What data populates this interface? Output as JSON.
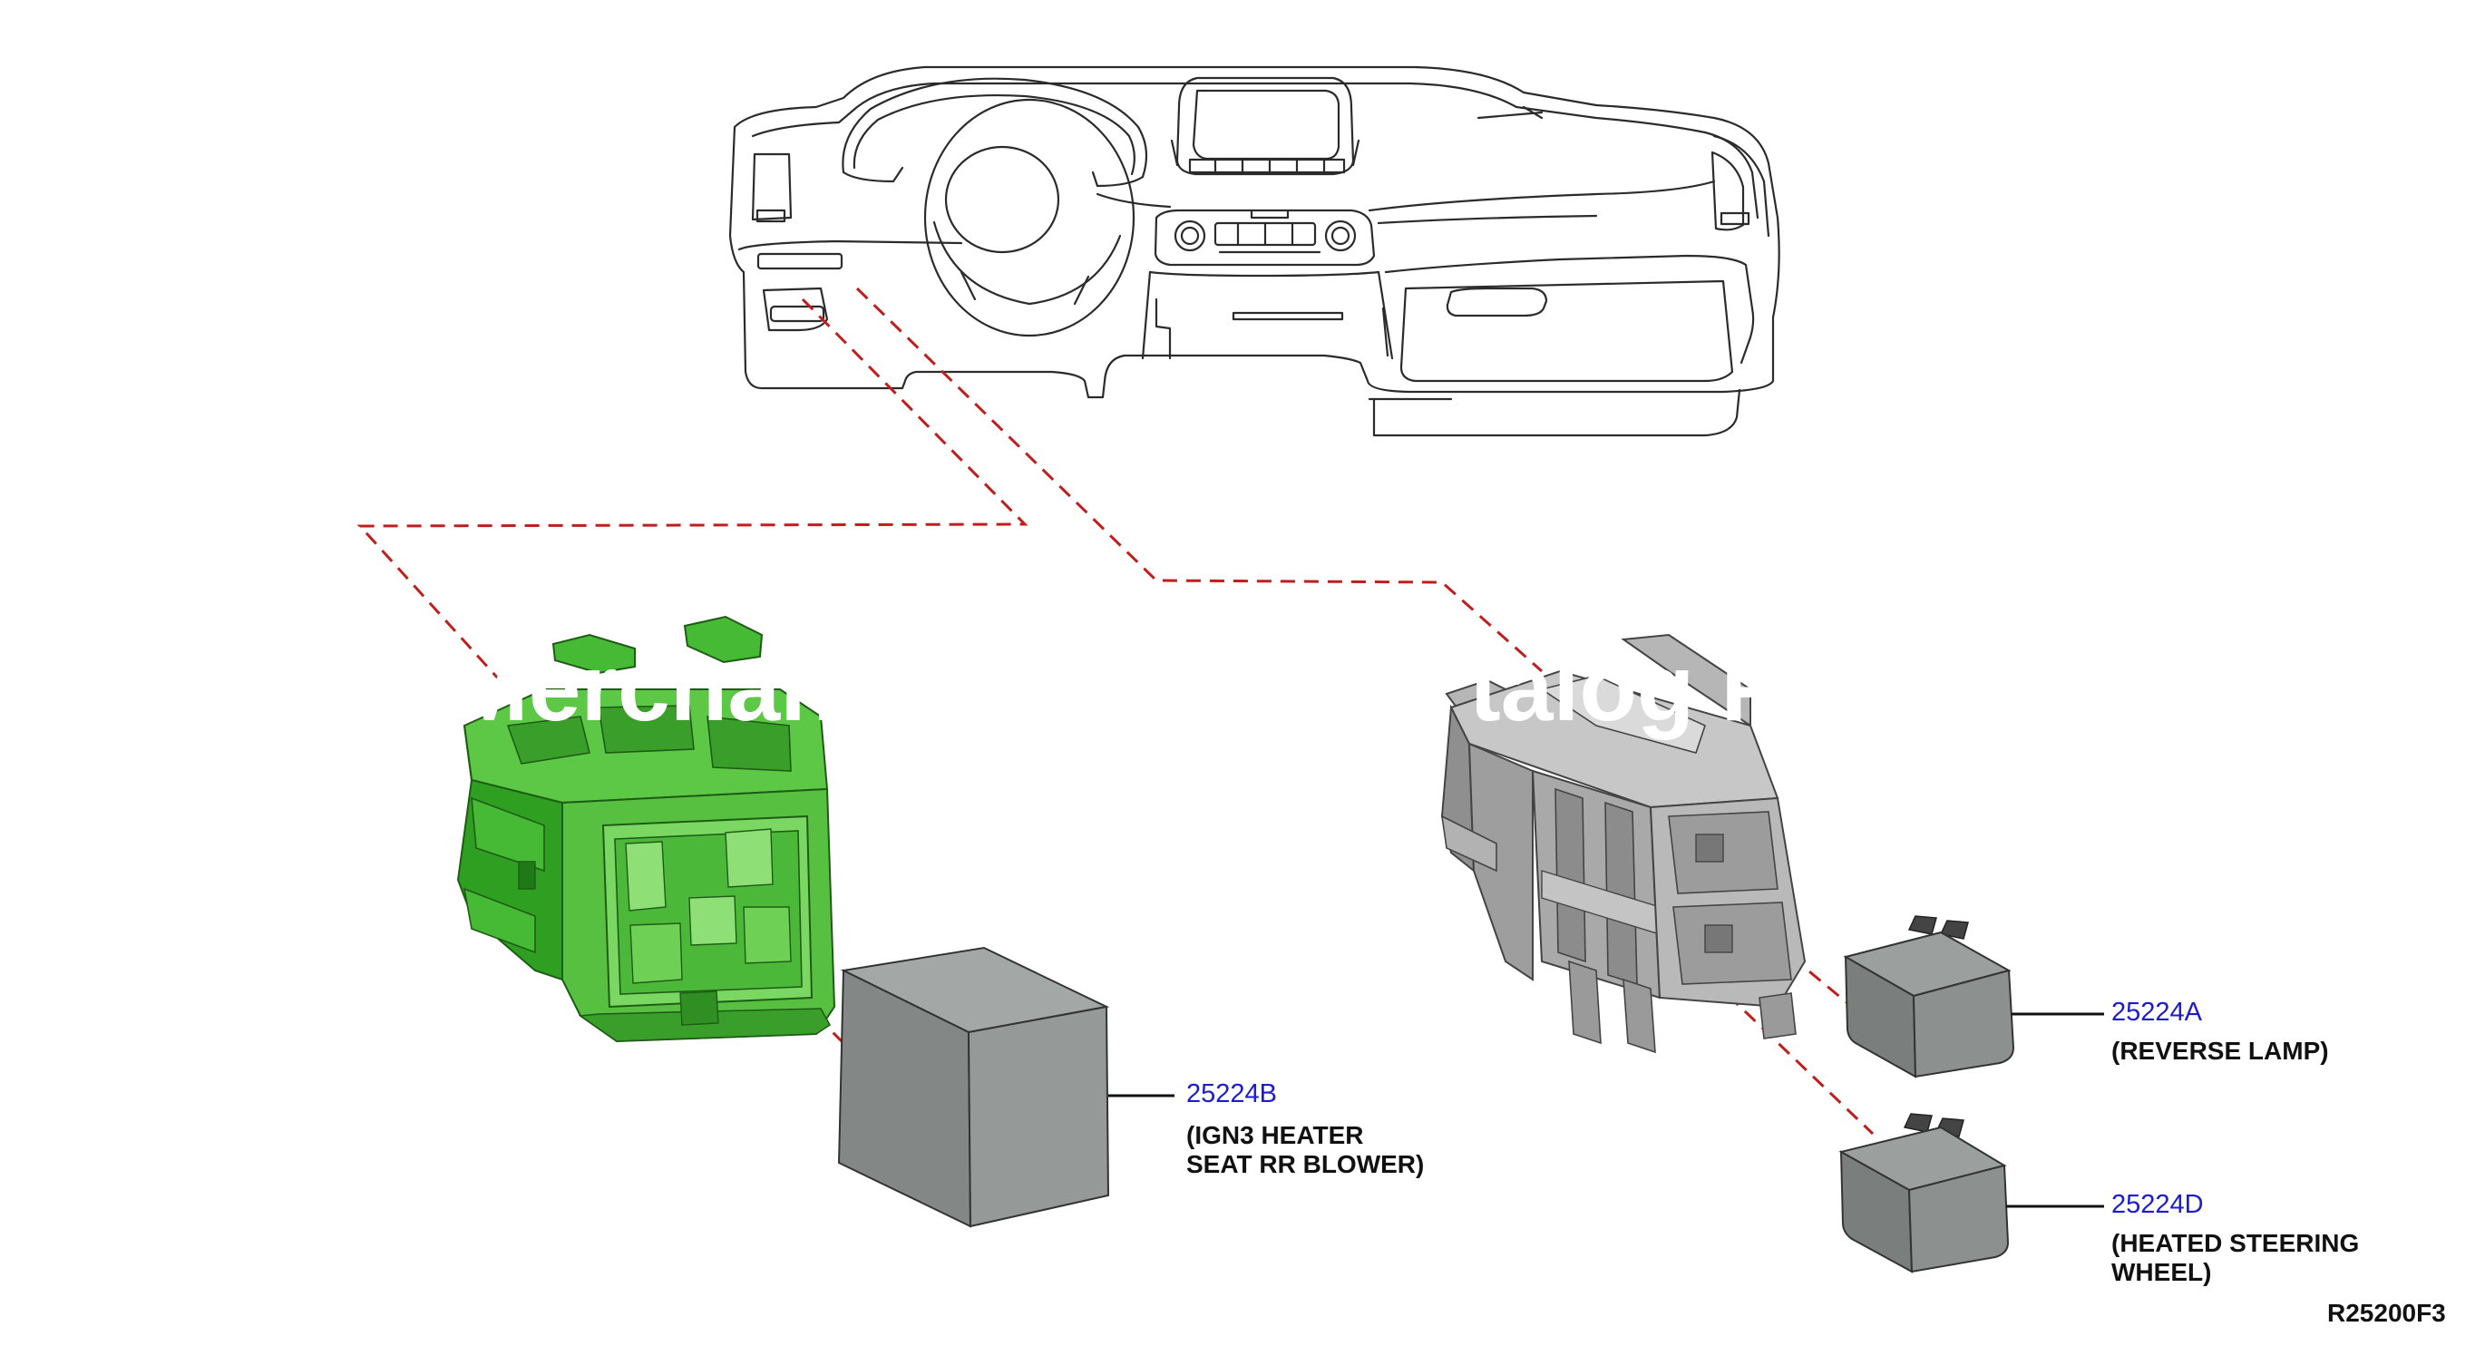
{
  "callouts": [
    {
      "part_number": "25224B",
      "description": "(IGN3 HEATER\nSEAT RR BLOWER)"
    },
    {
      "part_number": "25224A",
      "description": "(REVERSE LAMP)"
    },
    {
      "part_number": "25224D",
      "description": "(HEATED STEERING\nWHEEL)"
    }
  ],
  "figure_code": "R25200F3",
  "watermark": {
    "left": "Merchan",
    "right": "talog P"
  },
  "colors": {
    "relay_holder_left": "#3cae2c",
    "relay_holder_right": "#a6a6a6",
    "relay_body": "#7d8281",
    "dashed_line": "#c01d1d",
    "part_number_text": "#1c1ccd"
  }
}
